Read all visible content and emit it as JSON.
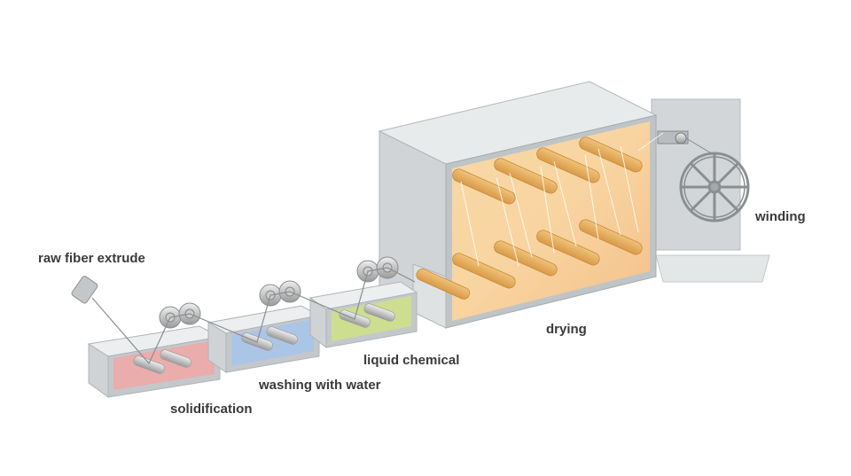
{
  "labels": {
    "raw_fiber": "raw fiber extrude",
    "solidification": "solidification",
    "washing": "washing with water",
    "liquid_chemical": "liquid chemical",
    "drying": "drying",
    "winding": "winding"
  },
  "colors": {
    "solidification_bath": "#f0a8a8",
    "washing_bath": "#a8c4ea",
    "chemical_bath": "#cfe08a",
    "dryer_glow": "#f7cf9a",
    "dryer_rollers": "#e9b565",
    "machine_gray": "#c9cdd0",
    "label_text": "#3a3a3a"
  }
}
